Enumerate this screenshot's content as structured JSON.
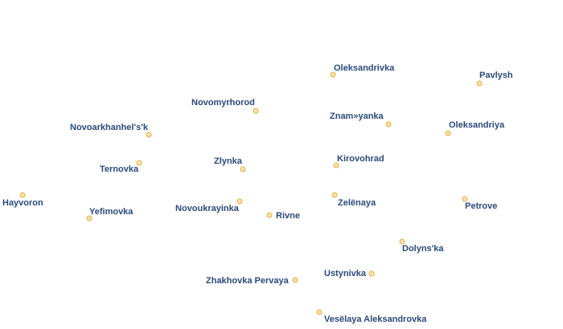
{
  "map": {
    "places": [
      {
        "name": "Oleksandrivka"
      },
      {
        "name": "Pavlysh"
      },
      {
        "name": "Novomyrhorod"
      },
      {
        "name": "Znam»yanka"
      },
      {
        "name": "Oleksandriya"
      },
      {
        "name": "Novoarkhanhel's'k"
      },
      {
        "name": "Zlynka"
      },
      {
        "name": "Kirovohrad"
      },
      {
        "name": "Ternovka"
      },
      {
        "name": "Hayvoron"
      },
      {
        "name": "Zelënaya"
      },
      {
        "name": "Petrove"
      },
      {
        "name": "Novoukrayinka"
      },
      {
        "name": "Yefimovka"
      },
      {
        "name": "Rivne"
      },
      {
        "name": "Dolyns'ka"
      },
      {
        "name": "Ustynivka"
      },
      {
        "name": "Zhakhovka Pervaya"
      },
      {
        "name": "Vesëlaya Aleksandrovka"
      }
    ]
  },
  "colors": {
    "label_text": "#2a4a7a",
    "dot_fill": "#fbe3a6",
    "dot_stroke": "#e0b04e",
    "background": "#ffffff"
  }
}
